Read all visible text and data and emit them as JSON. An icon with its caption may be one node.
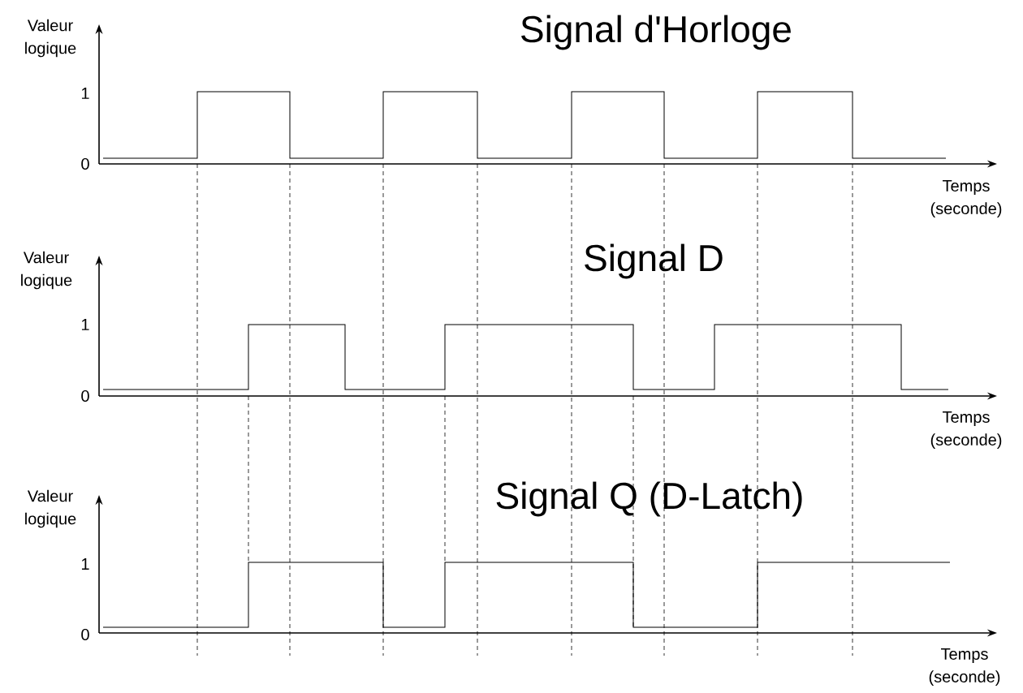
{
  "diagram": {
    "labels": [
      "Valeur logique",
      "Signal d'Horloge",
      "1",
      "0",
      "Temps (seconde)",
      "Valeur logique",
      "Signal D",
      "1",
      "0",
      "Temps (seconde)",
      "Valeur logique",
      "Signal Q (D-Latch)",
      "1",
      "0",
      "Temps (seconde)"
    ]
  }
}
